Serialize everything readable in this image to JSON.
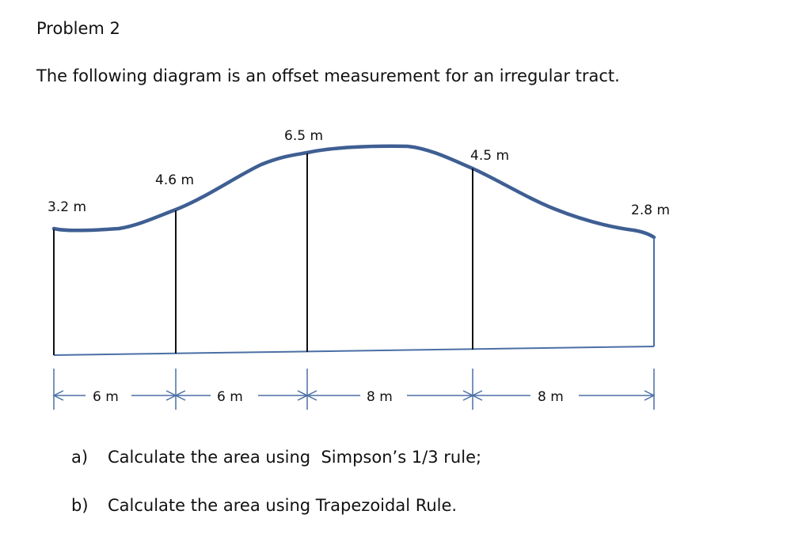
{
  "title": "Problem 2",
  "intro": "The following diagram is an offset measurement for an irregular tract.",
  "diagram": {
    "offsets": [
      "3.2 m",
      "4.6 m",
      "6.5 m",
      "4.5 m",
      "2.8 m"
    ],
    "intervals": [
      "6 m",
      "6 m",
      "8 m",
      "8 m"
    ],
    "colors": {
      "boundary": "#3f5f93",
      "offset_line": "#111111",
      "dimension": "#4a6fa5"
    }
  },
  "questions": [
    {
      "letter": "a)",
      "text": "Calculate the area using  Simpson’s 1/3 rule;"
    },
    {
      "letter": "b)",
      "text": "Calculate the area using Trapezoidal Rule."
    }
  ]
}
